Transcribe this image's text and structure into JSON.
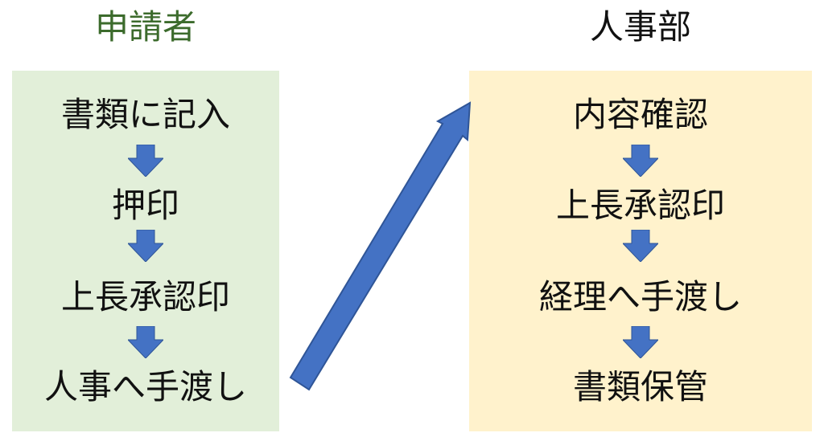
{
  "applicant": {
    "title": "申請者",
    "steps": [
      "書類に記入",
      "押印",
      "上長承認印",
      "人事へ手渡し"
    ]
  },
  "hr": {
    "title": "人事部",
    "steps": [
      "内容確認",
      "上長承認印",
      "経理へ手渡し",
      "書類保管"
    ]
  },
  "colors": {
    "applicant_title": "#3c6b2c",
    "applicant_panel": "#e2efd9",
    "hr_panel": "#fff2cc",
    "arrow_fill": "#4472c4",
    "arrow_stroke": "#2f5597"
  }
}
